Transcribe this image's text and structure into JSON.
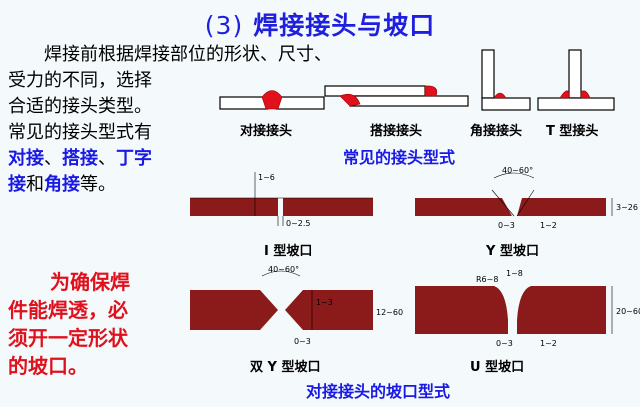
{
  "title": {
    "number": "(3)",
    "text": "焊接接头与坡口"
  },
  "intro": {
    "line1": "焊接前根据焊接部位的形状、尺寸、",
    "line2": "受力的不同，选择",
    "line3": "合适的接头类型。",
    "line4": "常见的接头型式有",
    "t1": "对接",
    "s1": "、",
    "t2": "搭接",
    "s2": "、",
    "t3": "丁字",
    "t4": "接",
    "s3": "和",
    "t5": "角接",
    "s4": "等。"
  },
  "note": {
    "line1": "为确保焊",
    "line2": "件能焊透，必",
    "line3": "须开一定形状",
    "line4": "的坡口。"
  },
  "joints": {
    "labels": [
      "对接接头",
      "搭接接头",
      "角接接头",
      "T 型接头"
    ],
    "caption": "常见的接头型式"
  },
  "grooves": {
    "labels": [
      "I 型坡口",
      "Y 型坡口",
      "双 Y 型坡口",
      "U 型坡口"
    ],
    "caption": "对接接头的坡口型式",
    "dims": {
      "i_thick": "1~6",
      "i_gap": "0~2.5",
      "y_angle": "40~60°",
      "y_thick": "3~26",
      "y_gap": "0~3",
      "y_root": "1~2",
      "x_angle": "40~60°",
      "x_root": "1~3",
      "x_thick": "12~60",
      "x_gap": "0~3",
      "u_top": "1~8",
      "u_radius": "R6~8",
      "u_thick": "20~60",
      "u_gap": "0~3",
      "u_root": "1~2"
    }
  },
  "colors": {
    "plate": "#8b1a1a",
    "weld": "#e0101c",
    "accent": "#1a1ae6"
  }
}
